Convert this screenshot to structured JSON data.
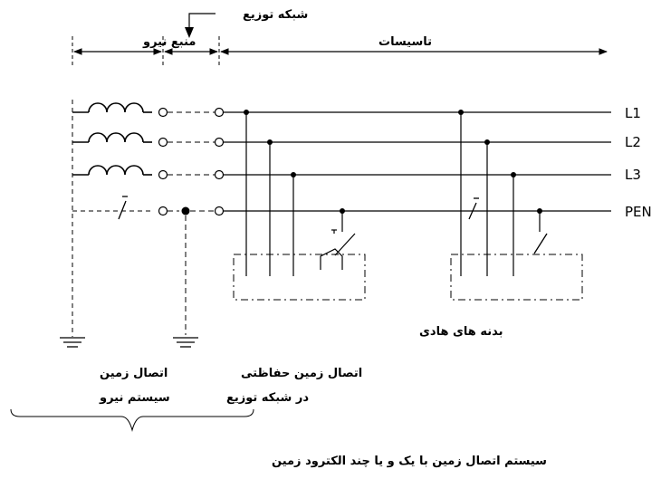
{
  "diagram": {
    "title_distribution": "شبکه توزیع",
    "label_source": "منبع نیرو",
    "label_installation": "تاسیسات",
    "conductors": [
      "L1",
      "L2",
      "L3",
      "PEN"
    ],
    "label_conductive_parts": "بدنه های هادی",
    "source_earth": {
      "line1": "اتصال زمین",
      "line2": "سیستم نیرو"
    },
    "distribution_earth": {
      "line1": "اتصال زمین حفاظتی",
      "line2": "در شبکه توزیع"
    },
    "caption": "سیستم اتصال زمین با یک و یا چند الکترود زمین"
  }
}
